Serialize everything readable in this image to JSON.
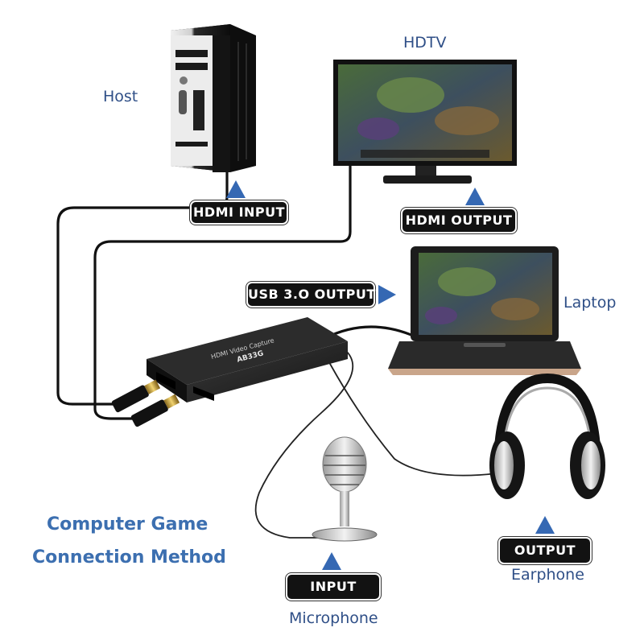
{
  "labels": {
    "host": "Host",
    "hdtv": "HDTV",
    "laptop": "Laptop",
    "earphone": "Earphone",
    "microphone": "Microphone"
  },
  "badges": {
    "hdmi_input": "HDMI  INPUT",
    "hdmi_output": "HDMI  OUTPUT",
    "usb_output": "USB 3.O OUTPUT",
    "mic_input": "INPUT",
    "earphone_output": "OUTPUT"
  },
  "device": {
    "face_text": "HDMI Video Capture",
    "face_model": "AB33G"
  },
  "title": {
    "line1": "Computer Game",
    "line2": "Connection Method"
  },
  "colors": {
    "label_text": "#2f4f87",
    "title_text": "#3c6fb0",
    "arrow": "#3568b3",
    "badge_bg": "#121212"
  }
}
